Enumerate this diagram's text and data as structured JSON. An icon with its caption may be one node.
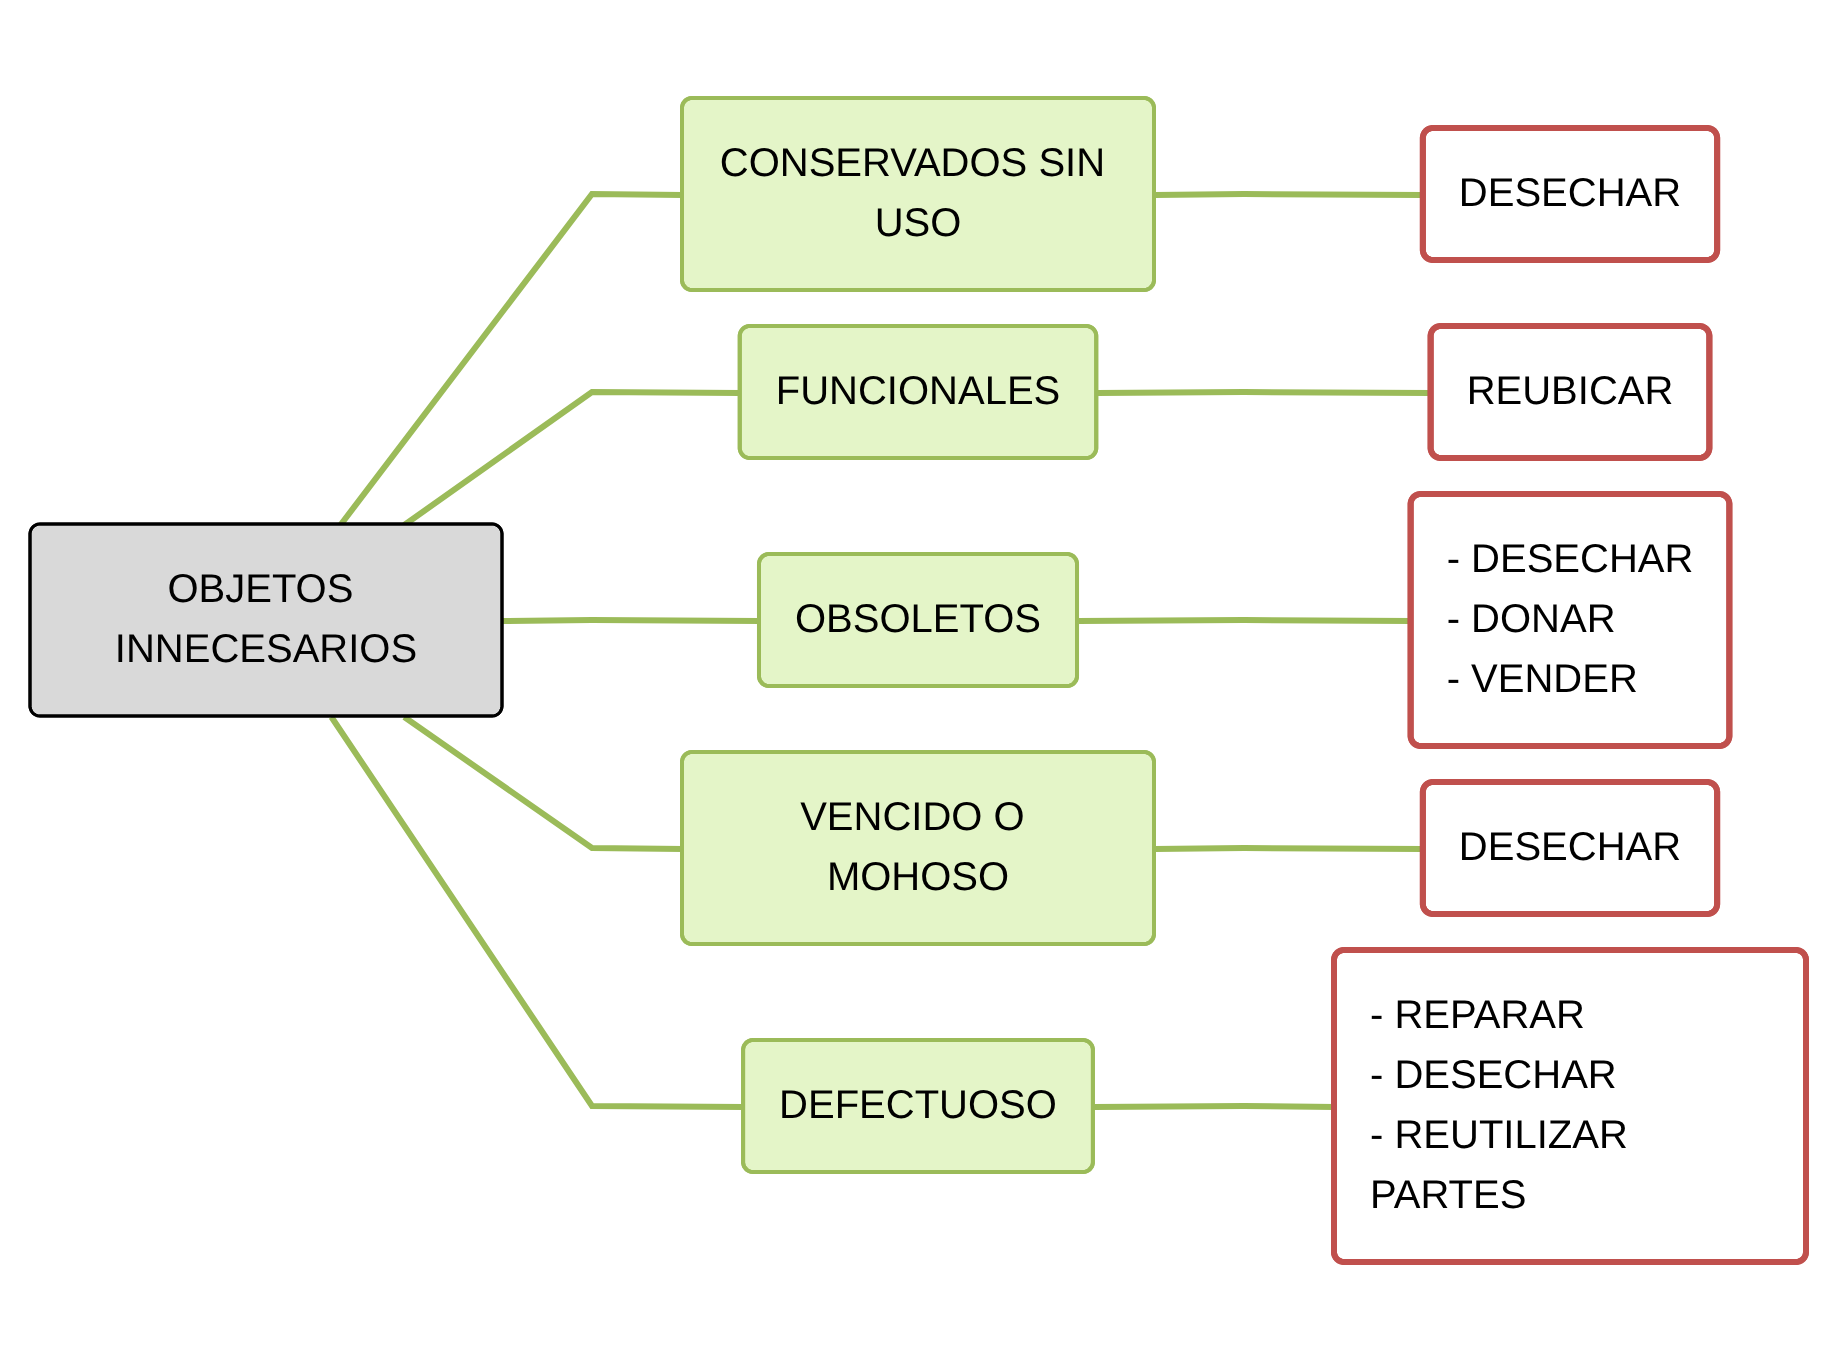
{
  "diagram": {
    "nodes": [
      {
        "text": [
          "OBJETOS INNECESARIOS"
        ]
      },
      {
        "text": [
          "CONSERVADOS SIN USO"
        ]
      },
      {
        "text": [
          "FUNCIONALES"
        ]
      },
      {
        "text": [
          "OBSOLETOS"
        ]
      },
      {
        "text": [
          "VENCIDO O MOHOSO"
        ]
      },
      {
        "text": [
          "DEFECTUOSO"
        ]
      },
      {
        "text": [
          "DESECHAR"
        ]
      },
      {
        "text": [
          "REUBICAR"
        ]
      },
      {
        "text": [
          "- DESECHAR",
          "- DONAR",
          "- VENDER"
        ]
      },
      {
        "text": [
          "DESECHAR"
        ]
      },
      {
        "text": [
          "- REPARAR",
          "- DESECHAR",
          "- REUTILIZAR PARTES"
        ]
      }
    ],
    "edges": [
      {
        "from": 0,
        "to": 1,
        "arrow": "none"
      },
      {
        "from": 0,
        "to": 2,
        "arrow": "none"
      },
      {
        "from": 0,
        "to": 3,
        "arrow": "none"
      },
      {
        "from": 0,
        "to": 4,
        "arrow": "none"
      },
      {
        "from": 0,
        "to": 5,
        "arrow": "none"
      },
      {
        "from": 1,
        "to": 6,
        "arrow": "none"
      },
      {
        "from": 2,
        "to": 7,
        "arrow": "none"
      },
      {
        "from": 3,
        "to": 8,
        "arrow": "none"
      },
      {
        "from": 4,
        "to": 9,
        "arrow": "none"
      },
      {
        "from": 5,
        "to": 10,
        "arrow": "none"
      }
    ]
  }
}
